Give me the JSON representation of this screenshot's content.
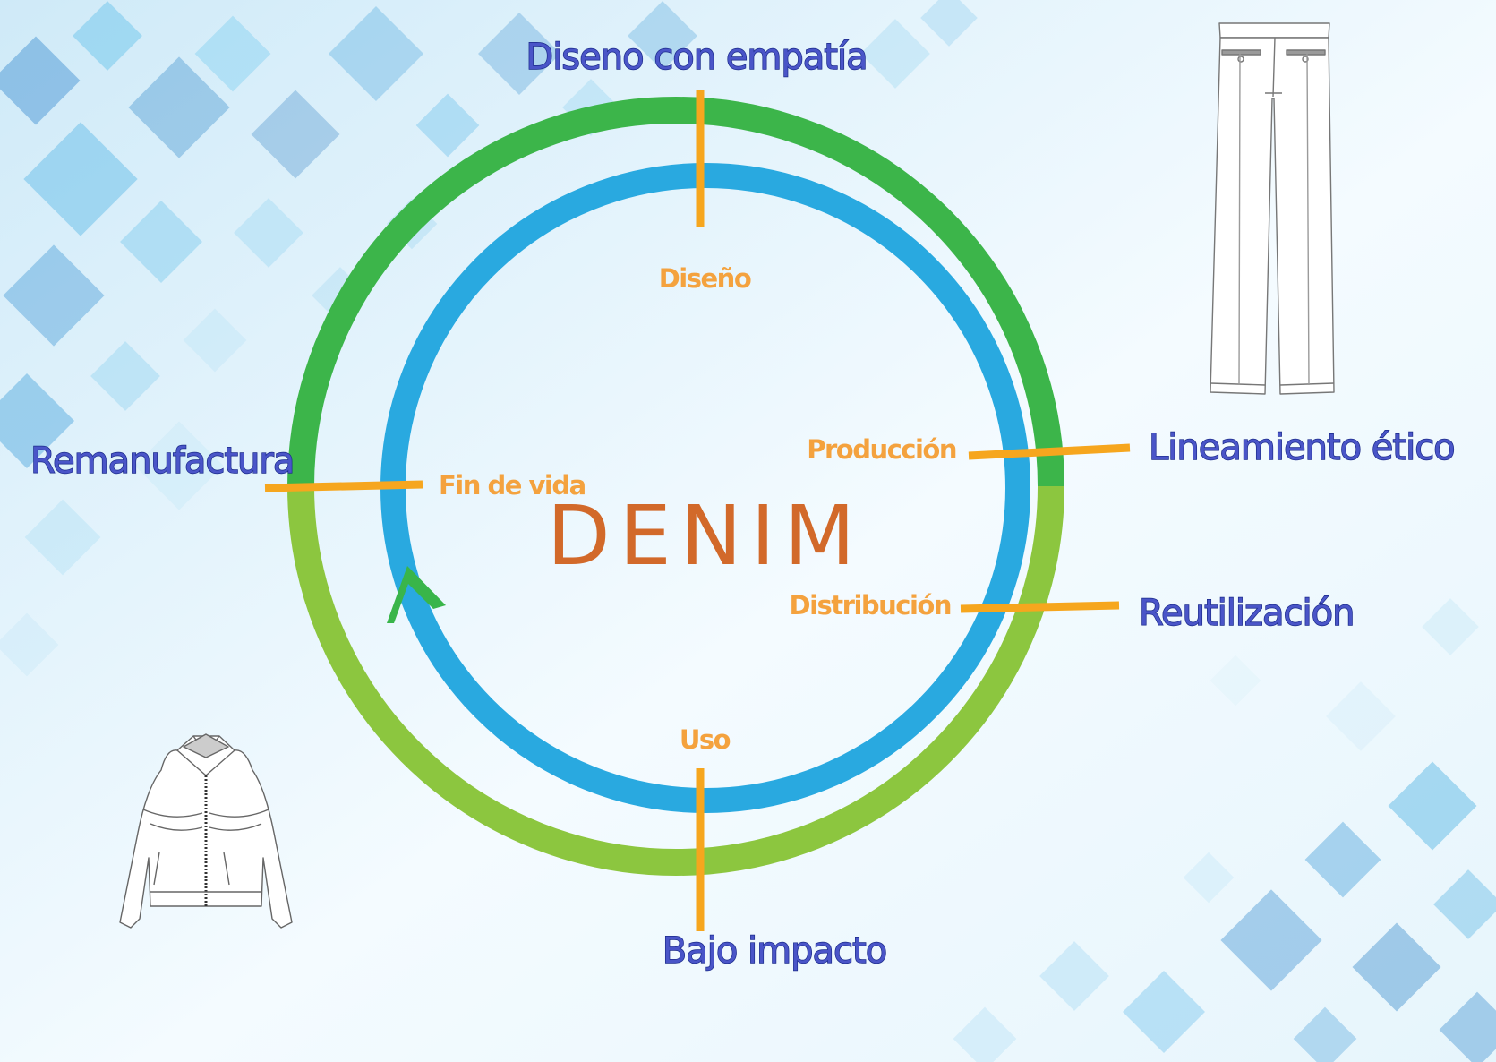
{
  "diagram": {
    "center_title": "DENIM",
    "inner_stages": [
      "Diseño",
      "Producción",
      "Distribución",
      "Uso",
      "Fin de vida"
    ],
    "outer_labels": [
      "Diseno con empatía",
      "Lineamiento ético",
      "Reutilización",
      "Bajo impacto",
      "Remanufactura"
    ],
    "illustrations": [
      "trousers-sketch",
      "jacket-sketch"
    ]
  },
  "colors": {
    "outer_ring_top": "#3cb54a",
    "outer_ring_bottom": "#8cc63f",
    "inner_ring": "#29a9e0",
    "spoke": "#f6a61e",
    "outer_label": "#4a55c8",
    "inner_label": "#f4a23e",
    "title": "#d2692a"
  }
}
